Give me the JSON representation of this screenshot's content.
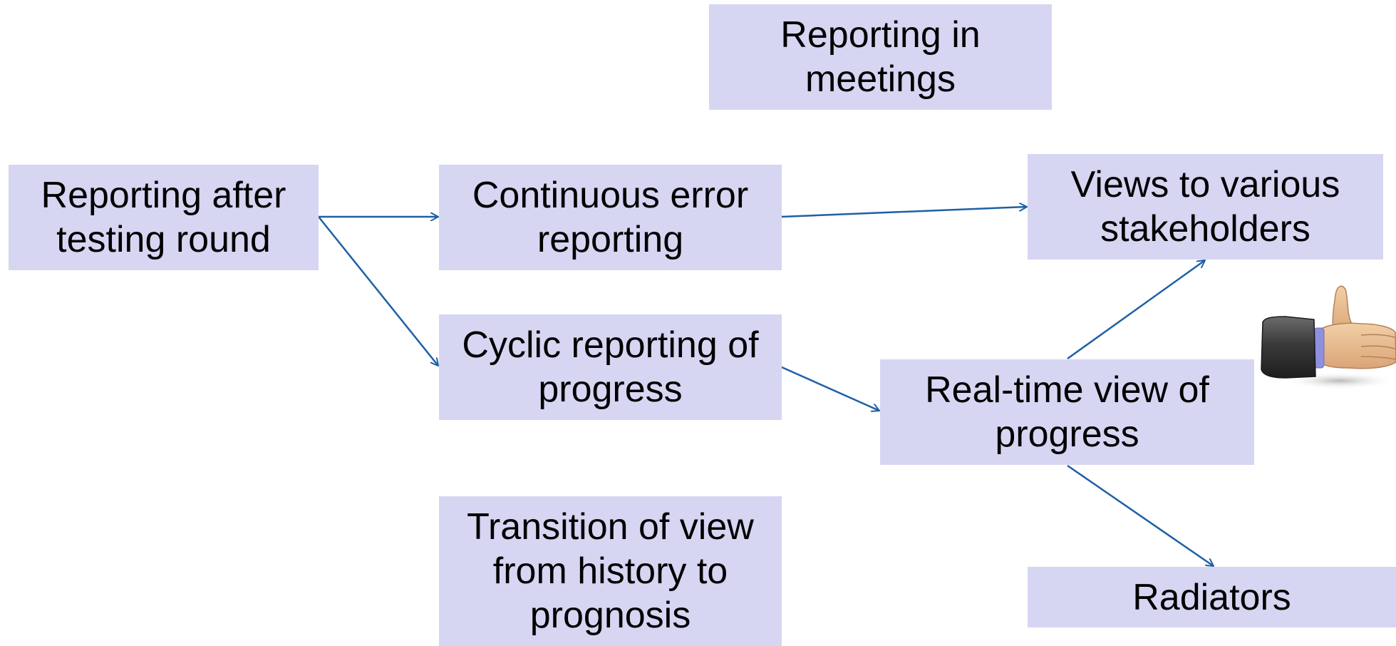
{
  "diagram": {
    "nodes": [
      {
        "id": "meetings",
        "label": "Reporting in\nmeetings"
      },
      {
        "id": "after",
        "label": "Reporting after\ntesting round"
      },
      {
        "id": "continuous",
        "label": "Continuous error\nreporting"
      },
      {
        "id": "views",
        "label": "Views to various\nstakeholders"
      },
      {
        "id": "cyclic",
        "label": "Cyclic reporting of\nprogress"
      },
      {
        "id": "realtime",
        "label": "Real-time view of\nprogress"
      },
      {
        "id": "transition",
        "label": "Transition of view\nfrom history to\nprognosis"
      },
      {
        "id": "radiators",
        "label": "Radiators"
      }
    ],
    "edges": [
      {
        "from": "after",
        "to": "continuous"
      },
      {
        "from": "after",
        "to": "cyclic"
      },
      {
        "from": "continuous",
        "to": "views"
      },
      {
        "from": "cyclic",
        "to": "realtime"
      },
      {
        "from": "realtime",
        "to": "views"
      },
      {
        "from": "realtime",
        "to": "radiators"
      }
    ],
    "colors": {
      "node_fill": "#d6d6f3",
      "edge": "#1f5fa6",
      "text": "#000000"
    },
    "icon": "thumbs-up-icon"
  }
}
